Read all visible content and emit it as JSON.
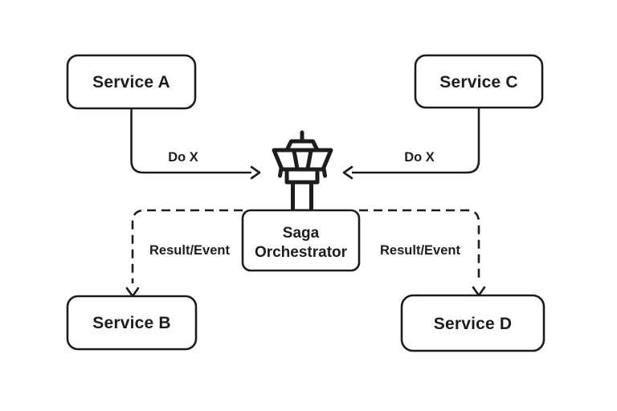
{
  "diagram": {
    "name": "saga-orchestrator-pattern",
    "colors": {
      "background": "#ffffff",
      "stroke": "#1d1d1d",
      "box_fill": "#ffffff"
    },
    "nodes": {
      "service_a": {
        "label": "Service A"
      },
      "service_b": {
        "label": "Service B"
      },
      "service_c": {
        "label": "Service C"
      },
      "service_d": {
        "label": "Service D"
      },
      "orchestrator": {
        "label_line1": "Saga",
        "label_line2": "Orchestrator",
        "icon": "control-tower-icon"
      }
    },
    "edges": {
      "a_to_orchestrator": {
        "label": "Do X",
        "style": "solid",
        "direction": "into-orchestrator"
      },
      "c_to_orchestrator": {
        "label": "Do X",
        "style": "solid",
        "direction": "into-orchestrator"
      },
      "orchestrator_to_b": {
        "label": "Result/Event",
        "style": "dashed",
        "direction": "out-of-orchestrator"
      },
      "orchestrator_to_d": {
        "label": "Result/Event",
        "style": "dashed",
        "direction": "out-of-orchestrator"
      }
    }
  }
}
